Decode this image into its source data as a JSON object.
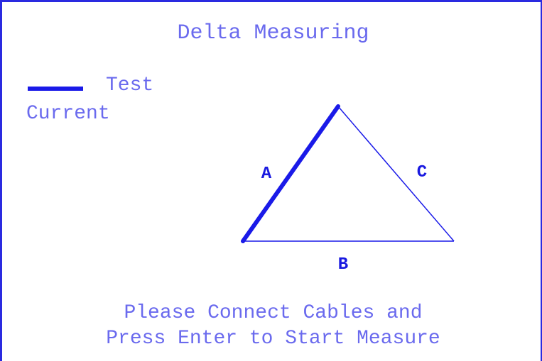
{
  "screen": {
    "title": "Delta Measuring",
    "legend": {
      "line_label": "Test",
      "second_label": "Current"
    },
    "sides": {
      "a": "A",
      "b": "B",
      "c": "C"
    },
    "message": {
      "line1": "Please Connect Cables and",
      "line2": "Press Enter to Start Measure"
    },
    "colors": {
      "text": "#6a6aee",
      "line": "#1a1ae8",
      "border": "#2a2ae0"
    }
  }
}
